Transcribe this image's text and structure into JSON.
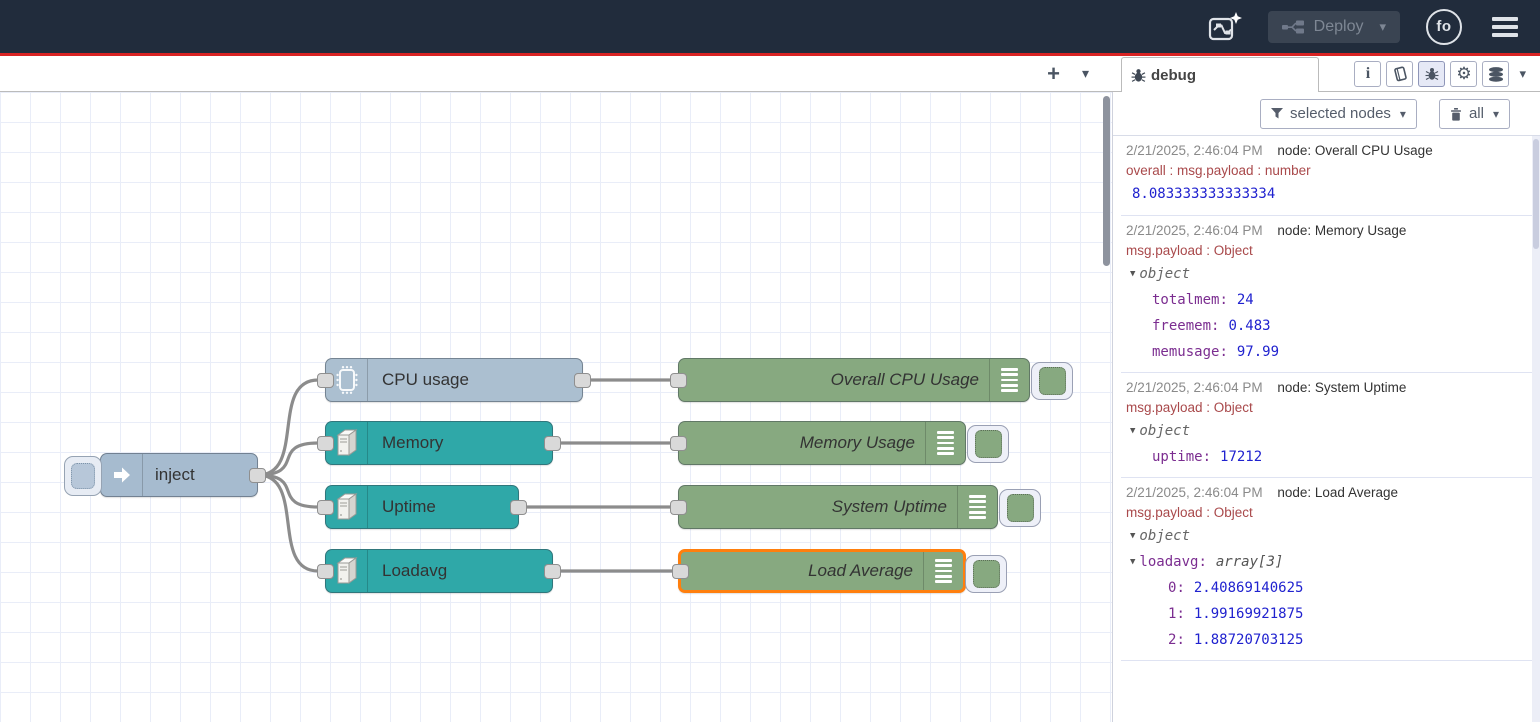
{
  "header": {
    "deploy_label": "Deploy",
    "avatar_label": "fo"
  },
  "icons": {
    "plus": "+",
    "caret": "▾",
    "gear": "⚙"
  },
  "colors": {
    "header_bg": "#212c3c",
    "accent_red": "#d92323",
    "node_inject": "#a6bbcf",
    "node_os_blue": "#abbfd0",
    "node_os_teal": "#2fa8a8",
    "node_debug": "#87a980",
    "selected_border": "#ff7f0e"
  },
  "flow": {
    "nodes": [
      {
        "label": "inject"
      },
      {
        "label": "CPU usage"
      },
      {
        "label": "Memory"
      },
      {
        "label": "Uptime"
      },
      {
        "label": "Loadavg"
      },
      {
        "label": "Overall CPU Usage"
      },
      {
        "label": "Memory Usage"
      },
      {
        "label": "System Uptime"
      },
      {
        "label": "Load Average",
        "selected": true
      }
    ]
  },
  "sidebar": {
    "tab_label": "debug",
    "filter_button": "selected nodes",
    "clear_button": "all"
  },
  "debug_messages": [
    {
      "time": "2/21/2025, 2:46:04 PM",
      "node": "node: Overall CPU Usage",
      "meta": "overall : msg.payload : number",
      "value": "8.083333333333334"
    },
    {
      "time": "2/21/2025, 2:46:04 PM",
      "node": "node: Memory Usage",
      "meta": "msg.payload : Object",
      "tree_label": "object",
      "entries": [
        {
          "key": "totalmem",
          "value": "24"
        },
        {
          "key": "freemem",
          "value": "0.483"
        },
        {
          "key": "memusage",
          "value": "97.99"
        }
      ]
    },
    {
      "time": "2/21/2025, 2:46:04 PM",
      "node": "node: System Uptime",
      "meta": "msg.payload : Object",
      "tree_label": "object",
      "entries": [
        {
          "key": "uptime",
          "value": "17212"
        }
      ]
    },
    {
      "time": "2/21/2025, 2:46:04 PM",
      "node": "node: Load Average",
      "meta": "msg.payload : Object",
      "tree_label": "object",
      "sub_key": "loadavg",
      "sub_type": "array[3]",
      "entries": [
        {
          "key": "0",
          "value": "2.40869140625"
        },
        {
          "key": "1",
          "value": "1.99169921875"
        },
        {
          "key": "2",
          "value": "1.88720703125"
        }
      ]
    }
  ]
}
